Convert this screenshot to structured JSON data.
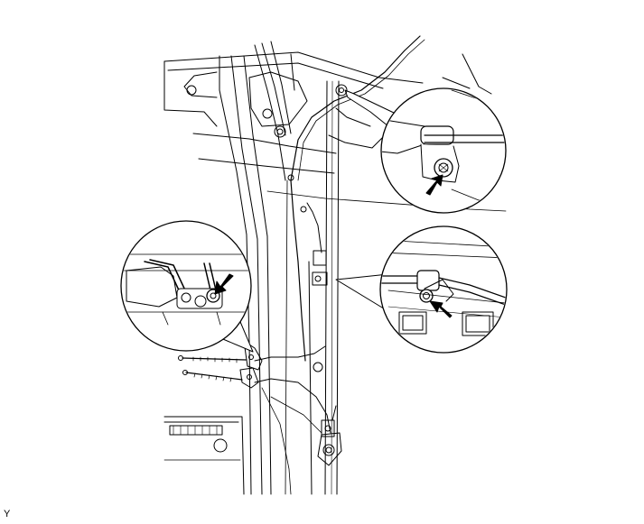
{
  "figure": {
    "corner_label": "Y",
    "stroke_color": "#000000",
    "background_color": "#ffffff",
    "callouts": [
      {
        "name": "upper-right-bolt-detail"
      },
      {
        "name": "left-bolt-detail"
      },
      {
        "name": "right-bolt-detail"
      }
    ]
  }
}
